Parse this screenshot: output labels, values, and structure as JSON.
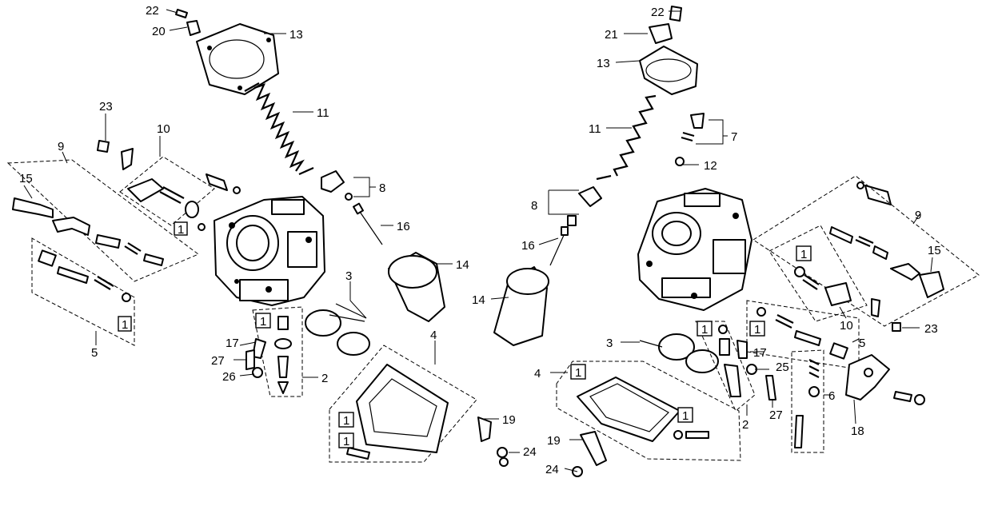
{
  "callouts": {
    "c22a": "22",
    "c20": "20",
    "c13a": "13",
    "c11a": "11",
    "c23a": "23",
    "c10a": "10",
    "c9a": "9",
    "c15a": "15",
    "c8a": "8",
    "c16a": "16",
    "c14a": "14",
    "c3a": "3",
    "c5a": "5",
    "c17a": "17",
    "c27a": "27",
    "c26": "26",
    "c2a": "2",
    "c4a": "4",
    "c19a": "19",
    "c24a": "24",
    "c22b": "22",
    "c21": "21",
    "c13b": "13",
    "c11b": "11",
    "c7": "7",
    "c12": "12",
    "c8b": "8",
    "c16b": "16",
    "c14b": "14",
    "c9b": "9",
    "c15b": "15",
    "c10b": "10",
    "c23b": "23",
    "c3b": "3",
    "c5b": "5",
    "c17b": "17",
    "c25": "25",
    "c4b": "4",
    "c2b": "2",
    "c6": "6",
    "c27b": "27",
    "c18": "18",
    "c19b": "19",
    "c24b": "24"
  },
  "kit_label": "1"
}
